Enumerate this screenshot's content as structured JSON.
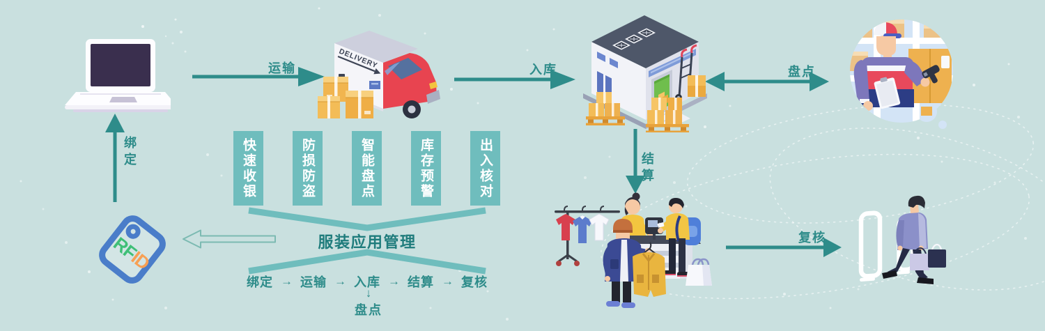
{
  "title": "服装应用管理",
  "labels": {
    "bind": "绑定",
    "transport": "运输",
    "inbound": "入库",
    "stocktake": "盘点",
    "settle": "结算",
    "recheck": "复核"
  },
  "features": [
    "快速收银",
    "防损防盗",
    "智能盘点",
    "库存预警",
    "出入核对"
  ],
  "flow": {
    "steps": [
      "绑定",
      "运输",
      "入库",
      "结算",
      "复核"
    ],
    "connector": "→",
    "branch_connector": "↓",
    "branch": "盘点"
  },
  "tag": {
    "rf": "RF",
    "id": "ID"
  },
  "truck": {
    "label": "DELIVERY"
  },
  "colors": {
    "background": "#c9e0df",
    "accent": "#2e8c8a",
    "accent_light": "#6fbdbd",
    "title_color": "#1f7c7c",
    "tag_blue": "#4a7dc9",
    "tag_rf_green": "#3fbf77",
    "tag_id_orange": "#f7a054"
  }
}
